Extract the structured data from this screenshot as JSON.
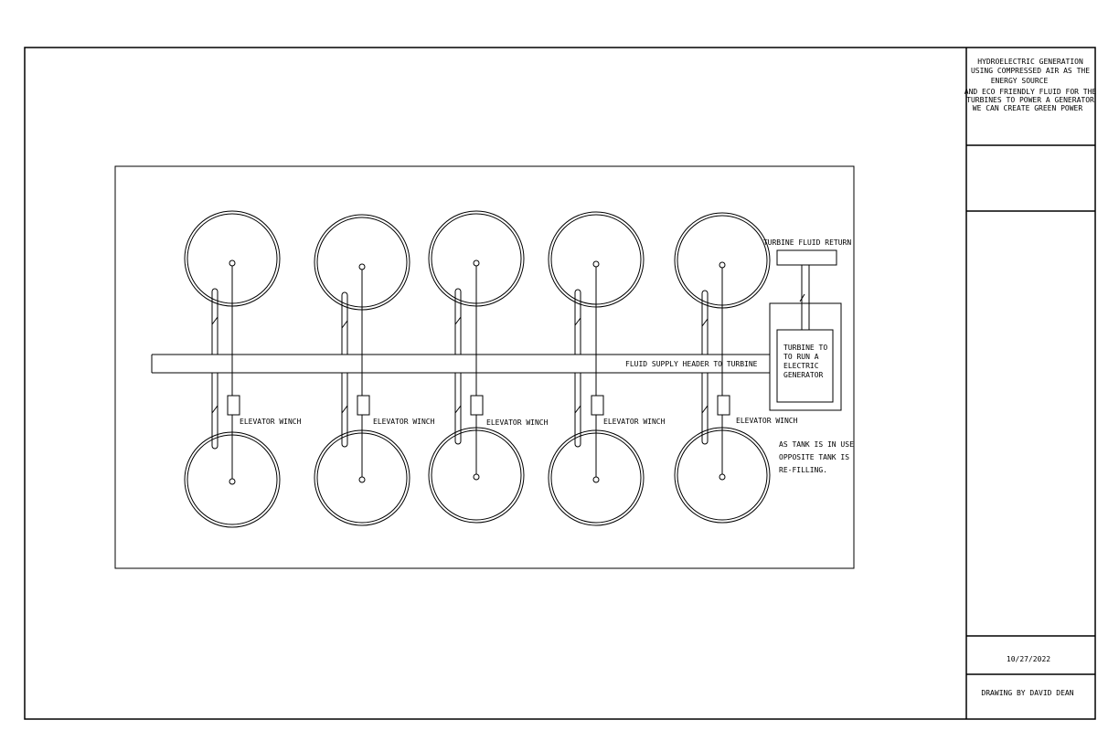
{
  "title_block": {
    "description": [
      "HYDROELECTRIC GENERATION",
      "USING COMPRESSED AIR AS THE",
      "ENERGY SOURCE",
      "AND ECO FRIENDLY FLUID FOR THE",
      "TURBINES TO POWER A GENERATOR",
      "WE CAN CREATE GREEN POWER"
    ],
    "date": "10/27/2022",
    "author": "DRAWING BY DAVID DEAN"
  },
  "diagram": {
    "turbine_return_label": "TURBINE FLUID RETURN",
    "turbine_label": [
      "TURBINE TO",
      "TO RUN A",
      "ELECTRIC",
      "GENERATOR"
    ],
    "header_label": "FLUID SUPPLY HEADER TO TURBINE",
    "winch_label": "ELEVATOR WINCH",
    "note": [
      "AS TANK IS IN USE",
      "OPPOSITE TANK IS",
      "RE-FILLING."
    ],
    "tank_pairs": 5
  },
  "colors": {
    "line": "#000000",
    "background": "#ffffff"
  }
}
